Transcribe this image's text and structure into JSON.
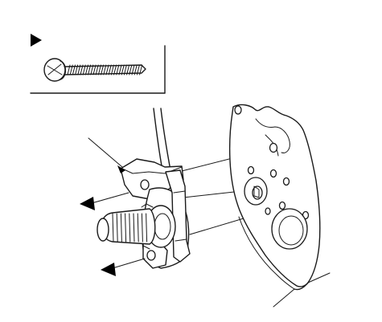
{
  "figure": {
    "background": "#ffffff",
    "stroke_color": "#1a1a1a",
    "arrow_color": "#000000"
  },
  "components": {
    "screw": "pan-head-screw",
    "sensor": "throttle-position-sensor",
    "housing": "throttle-body-flange"
  },
  "callouts": {
    "count": 3
  }
}
